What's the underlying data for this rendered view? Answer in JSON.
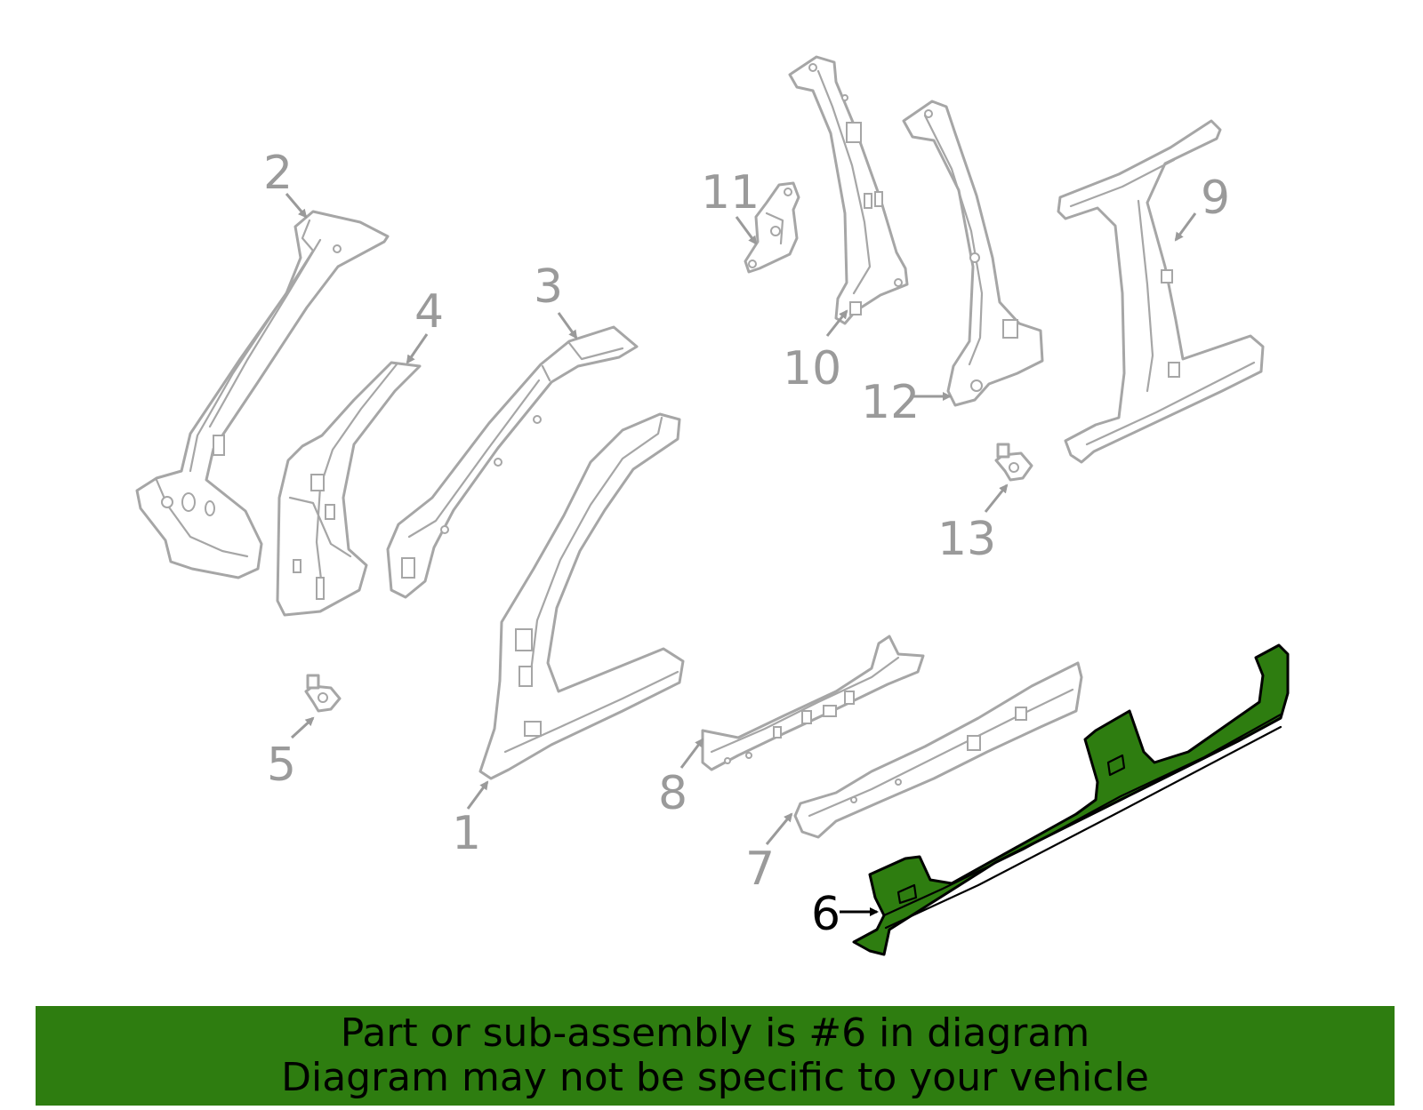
{
  "diagram": {
    "callouts": [
      {
        "id": "1",
        "label": "1"
      },
      {
        "id": "2",
        "label": "2"
      },
      {
        "id": "3",
        "label": "3"
      },
      {
        "id": "4",
        "label": "4"
      },
      {
        "id": "5",
        "label": "5"
      },
      {
        "id": "6",
        "label": "6"
      },
      {
        "id": "7",
        "label": "7"
      },
      {
        "id": "8",
        "label": "8"
      },
      {
        "id": "9",
        "label": "9"
      },
      {
        "id": "10",
        "label": "10"
      },
      {
        "id": "11",
        "label": "11"
      },
      {
        "id": "12",
        "label": "12"
      },
      {
        "id": "13",
        "label": "13"
      }
    ],
    "highlighted_part": "6",
    "highlight_color": "#2e7d10",
    "part_line_color": "#a6a6a6"
  },
  "banner": {
    "line1": "Part or sub-assembly is #6 in diagram",
    "line2": "Diagram may not be specific to your vehicle",
    "background": "#2e7d10"
  }
}
